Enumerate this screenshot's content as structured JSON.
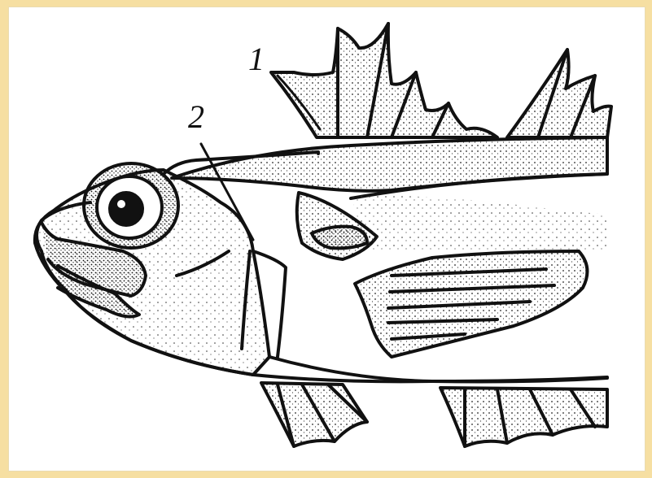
{
  "figure": {
    "labels": [
      {
        "id": "1",
        "text": "1"
      },
      {
        "id": "2",
        "text": "2"
      }
    ],
    "colors": {
      "background": "#f6dfa2",
      "paper": "#ffffff",
      "ink": "#111111"
    }
  }
}
